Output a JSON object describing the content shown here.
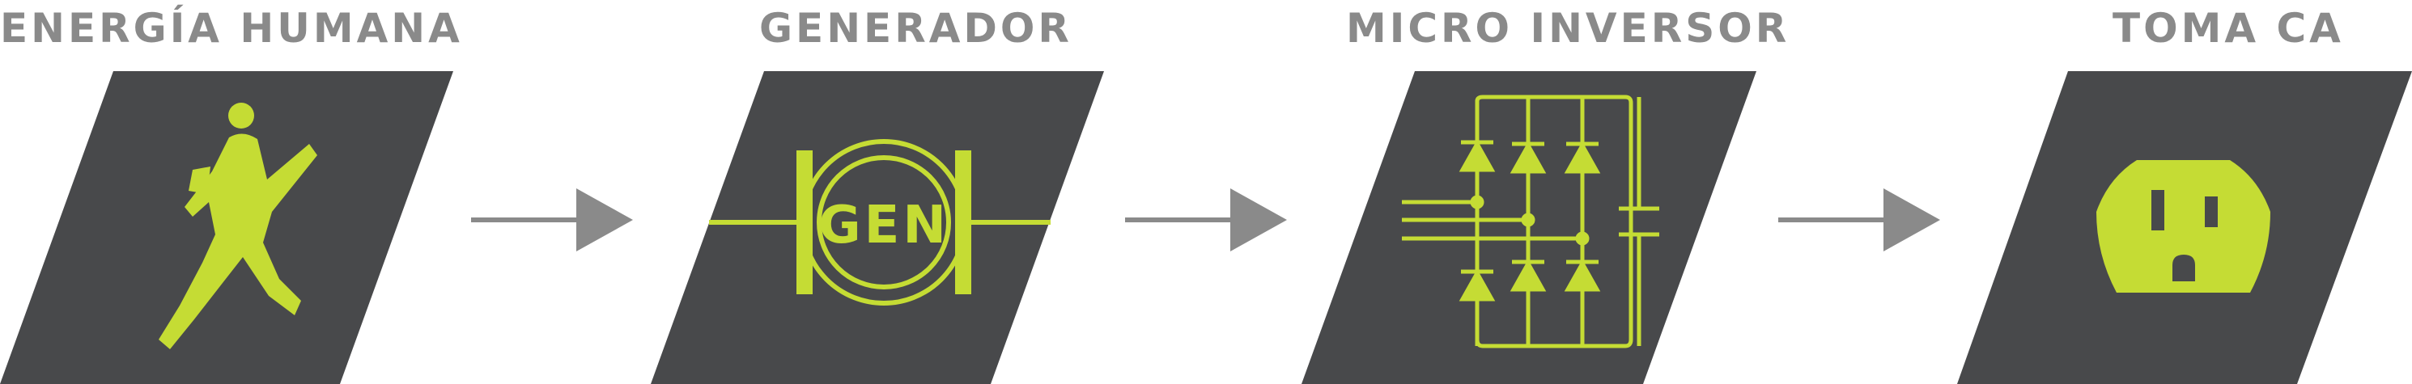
{
  "colors": {
    "panel": "#48494b",
    "accent": "#c5dc34",
    "arrow": "#8a8a8a",
    "label": "#8a8a8a"
  },
  "stages": [
    {
      "label": "ENERGÍA HUMANA",
      "icon": "runner-icon"
    },
    {
      "label": "GENERADOR",
      "icon": "generator-icon",
      "symbol_text": "GEN"
    },
    {
      "label": "MICRO INVERSOR",
      "icon": "micro-inverter-circuit-icon"
    },
    {
      "label": "TOMA CA",
      "icon": "ac-outlet-icon"
    }
  ],
  "connectors": [
    "arrow-icon",
    "arrow-icon",
    "arrow-icon"
  ]
}
